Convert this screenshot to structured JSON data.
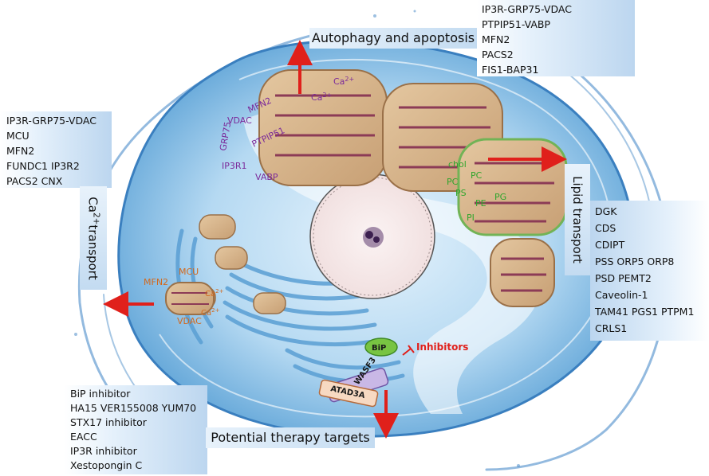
{
  "autophagy": {
    "title": "Autophagy and apoptosis",
    "items": [
      "IP3R-GRP75-VDAC",
      "PTPIP51-VABP",
      "MFN2",
      "PACS2",
      "FIS1-BAP31"
    ]
  },
  "ca_transport": {
    "title_main": "Ca",
    "title_sup": "2+",
    "title_rest": " transport",
    "items": [
      "IP3R-GRP75-VDAC",
      "MCU",
      "MFN2",
      "FUNDC1  IP3R2",
      "PACS2 CNX"
    ]
  },
  "lipid_transport": {
    "title": "Lipid transport",
    "items": [
      "DGK",
      "CDS",
      "CDIPT",
      "PSS  ORP5  ORP8",
      "PSD  PEMT2",
      "Caveolin-1",
      "TAM41  PGS1  PTPM1",
      "CRLS1"
    ]
  },
  "therapy": {
    "title": "Potential therapy targets",
    "items": [
      "BiP inhibitor",
      "HA15  VER155008  YUM70",
      "STX17 inhibitor",
      "EACC",
      "IP3R inhibitor",
      "Xestopongin C"
    ]
  },
  "diagram_labels": {
    "ca_top_1": "Ca",
    "ca_top_2": "Ca",
    "ca_sup": "2+",
    "mfn2_top": "MFN2",
    "vdac": "VDAC",
    "grp75": "GRP75",
    "ptpip51": "PTPIP51",
    "ip3r1": "IP3R1",
    "vabp": "VABP",
    "chol": "chol",
    "pc1": "PC",
    "pc2": "PC",
    "ps": "PS",
    "pe": "PE",
    "pg": "PG",
    "pi": "PI",
    "mcu": "MCU",
    "mfn2_bottom": "MFN2",
    "ca_bottom_1": "Ca",
    "ca_bottom_2": "Ca",
    "vdac_bottom": "VDAC",
    "inhibitors": "Inhibitors",
    "bip": "BiP",
    "wasf3": "WASF3",
    "atad3a": "ATAD3A"
  },
  "colors": {
    "arrow": "#e0201b",
    "purple_label": "#7b2a9a",
    "green_label": "#2fa52c",
    "orange_label": "#d2691e",
    "mito_fill": "#d8b78f",
    "cell_blue": "#6fb3e2",
    "bip_green": "#78c442",
    "wasf3_lilac": "#c9b8e6",
    "atad3a_peach": "#f7d9c2"
  }
}
